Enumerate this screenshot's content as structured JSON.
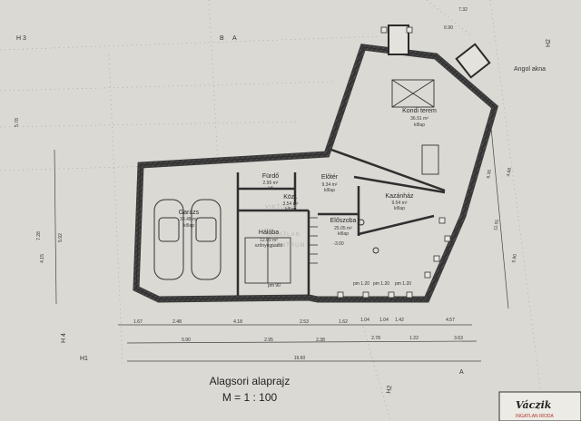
{
  "title": "Alagsori alaprajz",
  "scale": "M = 1 : 100",
  "rooms": [
    {
      "name": "Kondi terem",
      "area": "36.91 m²",
      "floor": "kőlap"
    },
    {
      "name": "Garázs",
      "area": "33.48 m²",
      "floor": "kőlap"
    },
    {
      "name": "Fürdő",
      "area": "2.95 m²",
      "floor": "kő"
    },
    {
      "name": "Közl.",
      "area": "3.54 m²",
      "floor": "kőlap"
    },
    {
      "name": "Előtér",
      "area": "9.34 m²",
      "floor": "kőlap"
    },
    {
      "name": "Kazánház",
      "area": "9.54 m²",
      "floor": "kőlap"
    },
    {
      "name": "Hálóba",
      "area": "12.09 m²",
      "floor": "szőnyegpadló"
    },
    {
      "name": "Előszoba",
      "area": "25.05 m²",
      "floor": "kőlap"
    }
  ],
  "labels": {
    "angol_akna": "Angol akna",
    "level": "-3.00",
    "pm1": "pm 90",
    "pm2": "pm 1.20",
    "pm3": "pm 1.20",
    "pm4": "pm 1.20",
    "total_width": "19.60",
    "top_dim": "7.32",
    "top_dim2": "6.90"
  },
  "axes": {
    "h3_left": "H 3",
    "h4_left": "H 4",
    "h1_left": "H1",
    "h2_top": "H2",
    "h2_bottom": "H2",
    "a_top": "A",
    "b_top": "B",
    "a_bottom": "A"
  },
  "dims_row1": [
    "1.67",
    "2.48",
    "4.18",
    "2.53",
    "1.62",
    "1.04",
    "1.04",
    "1.42",
    "4.57"
  ],
  "dims_row2": [
    "5.90",
    "2.95",
    "2.38",
    "2.78",
    "1.22",
    "3.63"
  ],
  "dims_left": [
    "5.78",
    "7.28",
    "4.15",
    "5.92"
  ],
  "dims_right": [
    "6.35",
    "4.68",
    "11.91",
    "5.90"
  ],
  "watermark": [
    "VIKTORIA",
    "INGATLAN",
    "CENTRUM"
  ],
  "brand": {
    "name": "Váczik",
    "sub": "INGATLAN IRODA"
  }
}
